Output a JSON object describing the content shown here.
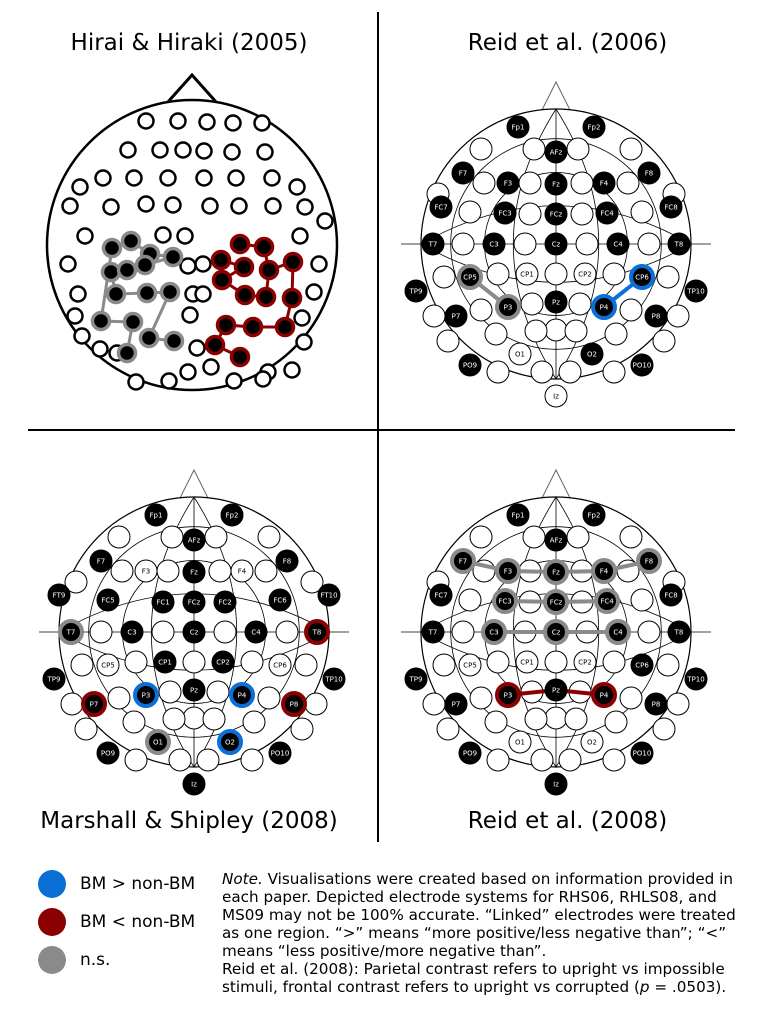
{
  "titles": {
    "a": "Hirai & Hiraki (2005)",
    "b": "Reid et al. (2006)",
    "c": "Marshall & Shipley (2008)",
    "d": "Reid et al. (2008)"
  },
  "colors": {
    "blue": "#0a6fd6",
    "red": "#8b0000",
    "gray": "#8a8a8a",
    "black": "#000000",
    "white": "#ffffff"
  },
  "legend": [
    {
      "key": "blue",
      "label": "BM > non-BM"
    },
    {
      "key": "red",
      "label": "BM < non-BM"
    },
    {
      "key": "gray",
      "label": "n.s."
    }
  ],
  "note": {
    "lead": "Note.",
    "line1": " Visualisations were created based on information provided in each paper. Depicted electrode systems for RHS06, RHLS08, and MS09 may not be 100% accurate. “Linked” electrodes were treated as one region. “>” means “more positive/less negative than”; “<” means “less positive/more negative than”.",
    "line2a": "Reid et al. (2008): Parietal contrast refers to upright vs impossible stimuli, frontal contrast refers to upright vs corrupted (",
    "p": "p",
    "line2b": " = .0503)."
  },
  "hirai": {
    "regions": [
      {
        "key": "gray",
        "label": ""
      },
      {
        "key": "red",
        "label": ""
      }
    ]
  },
  "electrode_maps": [
    {
      "panel": "Reid et al. (2006)",
      "labels": {
        "Fp1": "Fp1",
        "Fp2": "Fp2",
        "AFz": "AFz",
        "F7": "F7",
        "F3": "F3",
        "Fz": "Fz",
        "F4": "F4",
        "F8": "F8",
        "FC7": "FC7",
        "FC3": "FC3",
        "FCz": "FCz",
        "FC4": "FC4",
        "FC8": "FC8",
        "T7": "T7",
        "C3": "C3",
        "Cz": "Cz",
        "C4": "C4",
        "T8": "T8",
        "CP5": "CP5",
        "CP1": "CP1",
        "CP2": "CP2",
        "CP6": "CP6",
        "TP9": "TP9",
        "TP10": "TP10",
        "P7": "P7",
        "P3": "P3",
        "Pz": "Pz",
        "P4": "P4",
        "P8": "P8",
        "O1": "O1",
        "O2": "O2",
        "PO9": "PO9",
        "PO10": "PO10",
        "Iz": "Iz"
      }
    },
    {
      "panel": "Marshall & Shipley (2008)",
      "labels": {
        "Fp1": "Fp1",
        "Fp2": "Fp2",
        "AFz": "AFz",
        "F7": "F7",
        "F3": "F3",
        "Fz": "Fz",
        "F4": "F4",
        "F8": "F8",
        "FT9": "FT9",
        "FT10": "FT10",
        "FC5": "FC5",
        "FC1": "FC1",
        "FCz": "FCz",
        "FC2": "FC2",
        "FC6": "FC6",
        "T7": "T7",
        "C3": "C3",
        "Cz": "Cz",
        "C4": "C4",
        "T8": "T8",
        "CP5": "CP5",
        "CP1": "CP1",
        "CP2": "CP2",
        "CP6": "CP6",
        "TP9": "TP9",
        "TP10": "TP10",
        "P7": "P7",
        "P3": "P3",
        "Pz": "Pz",
        "P4": "P4",
        "P8": "P8",
        "O1": "O1",
        "O2": "O2",
        "PO9": "PO9",
        "PO10": "PO10",
        "Iz": "Iz"
      }
    },
    {
      "panel": "Reid et al. (2008)",
      "labels": {
        "Fp1": "Fp1",
        "Fp2": "Fp2",
        "AFz": "AFz",
        "F7": "F7",
        "F3": "F3",
        "Fz": "Fz",
        "F4": "F4",
        "F8": "F8",
        "FC7": "FC7",
        "FC3": "FC3",
        "FCz": "FCz",
        "FC4": "FC4",
        "FC8": "FC8",
        "T7": "T7",
        "C3": "C3",
        "Cz": "Cz",
        "C4": "C4",
        "T8": "T8",
        "CP5": "CP5",
        "CP1": "CP1",
        "CP2": "CP2",
        "CP6": "CP6",
        "TP9": "TP9",
        "TP10": "TP10",
        "P7": "P7",
        "P3": "P3",
        "Pz": "Pz",
        "P4": "P4",
        "P8": "P8",
        "O1": "O1",
        "O2": "O2",
        "PO9": "PO9",
        "PO10": "PO10",
        "Iz": "Iz"
      }
    }
  ]
}
